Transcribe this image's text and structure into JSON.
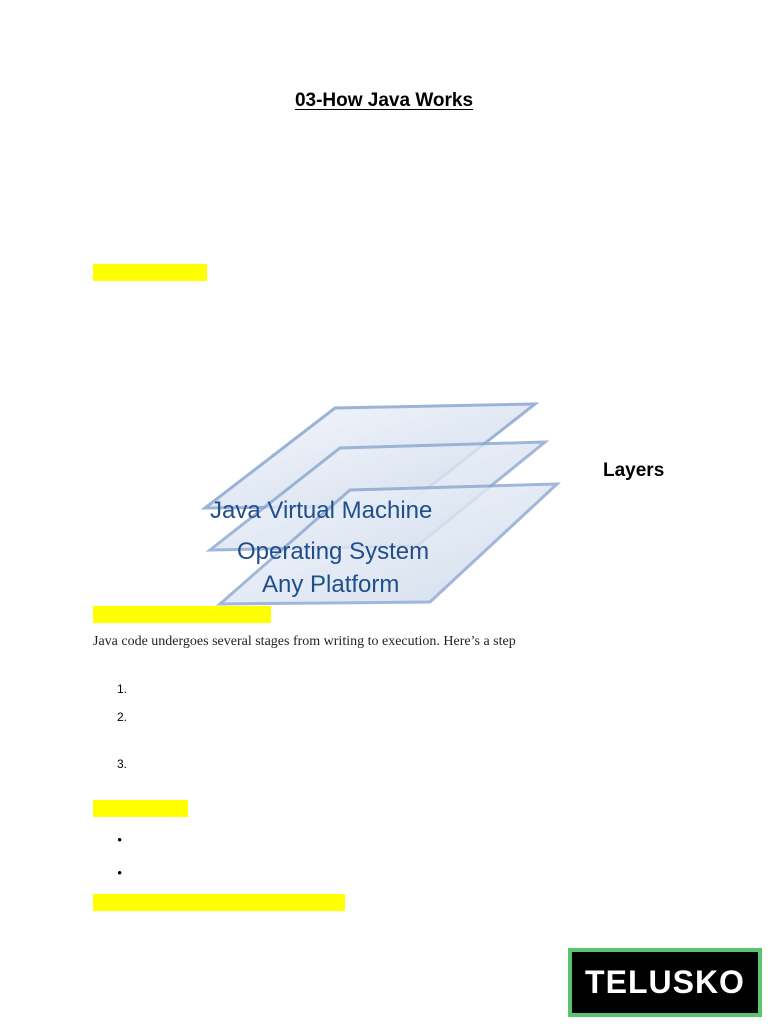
{
  "document": {
    "title": "03-How Java Works",
    "diagram": {
      "layers": [
        "Java Virtual Machine",
        "Operating System",
        "Any Platform"
      ],
      "side_label": "Layers"
    },
    "paragraph": "Java code undergoes several stages from writing to execution. Here’s a step",
    "numbered_list": [
      "1.",
      "2.",
      "3."
    ],
    "bullet_list": [
      "•",
      "•"
    ],
    "highlight_color": "#ffff00"
  },
  "logo": {
    "text": "TELUSKO",
    "border_color": "#5cc36f"
  }
}
